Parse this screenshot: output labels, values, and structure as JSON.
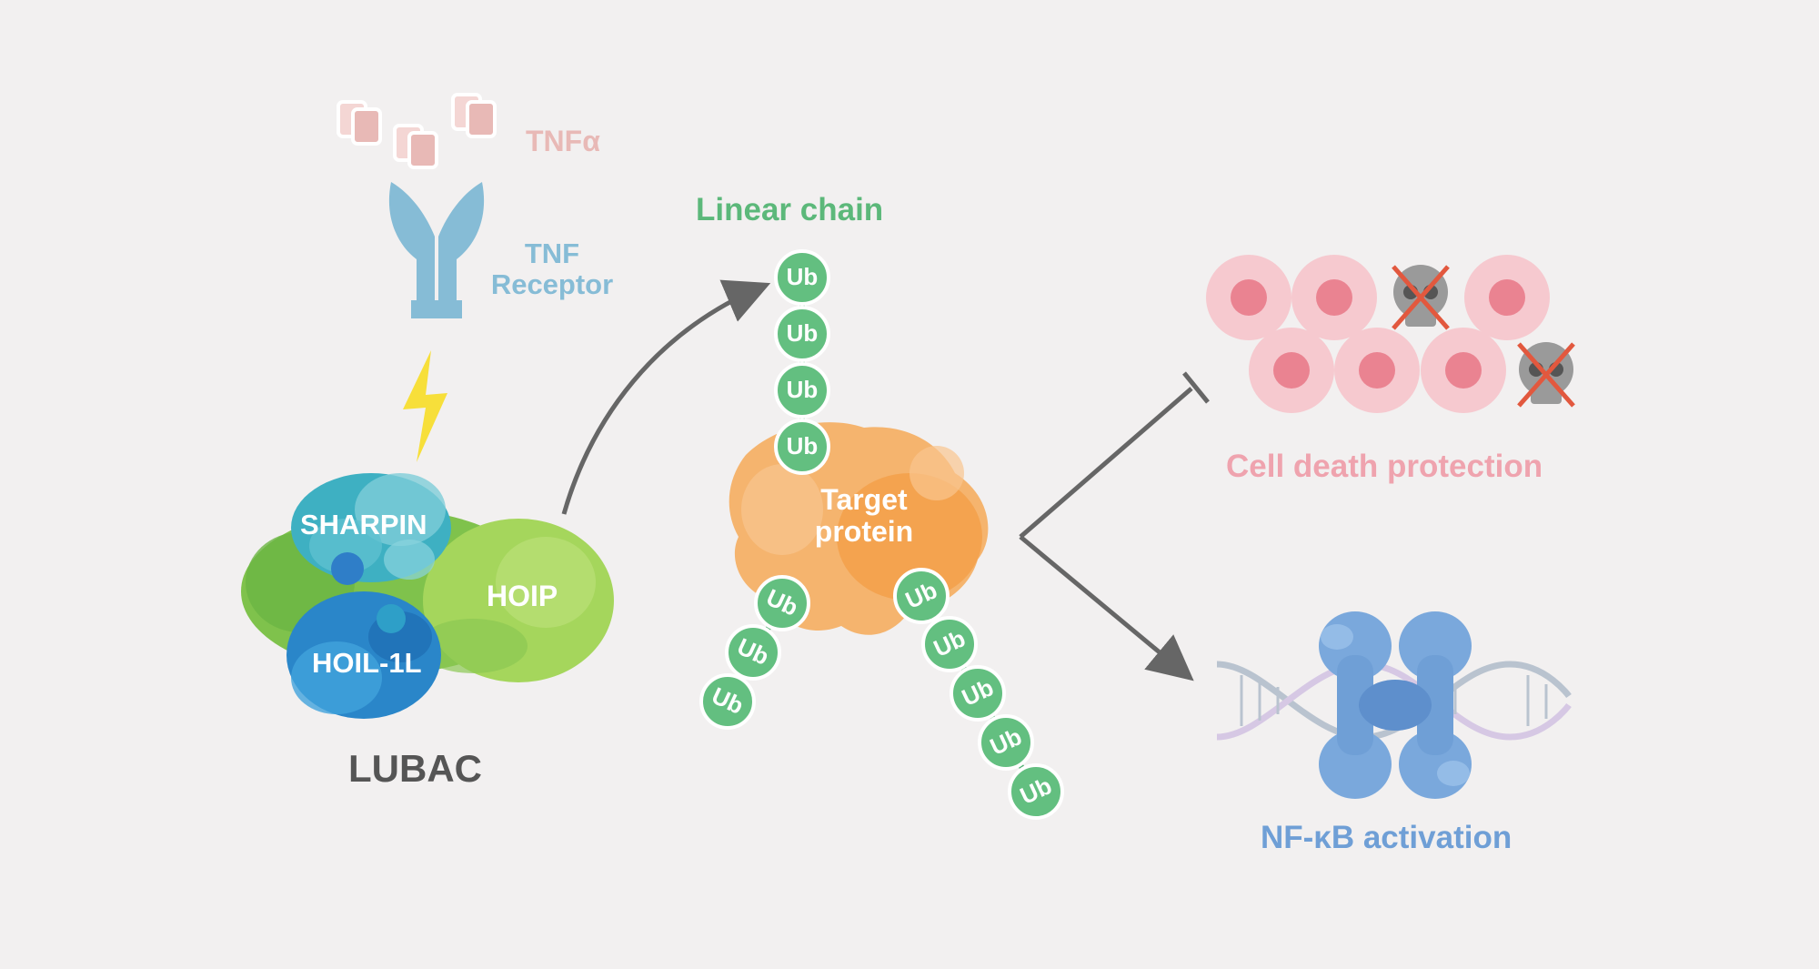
{
  "labels": {
    "tnf_alpha": "TNFα",
    "tnf_receptor_1": "TNF",
    "tnf_receptor_2": "Receptor",
    "linear_chain": "Linear chain",
    "sharpin": "SHARPIN",
    "hoip": "HOIP",
    "hoil": "HOIL-1L",
    "lubac": "LUBAC",
    "target_1": "Target",
    "target_2": "protein",
    "ub": "Ub",
    "cell_death": "Cell death protection",
    "nfkb": "NF-κB activation"
  },
  "colors": {
    "background": "#f2f0f0",
    "tnf_alpha": "#e8b9b6",
    "receptor": "#86bcd6",
    "linear_chain": "#5cb87a",
    "ub_fill": "#63bf80",
    "hoip": "#8fcc55",
    "sharpin": "#4fb8c9",
    "hoil": "#2f8fd0",
    "lubac_text": "#555555",
    "target": "#f5a95a",
    "cell": "#f6c9cf",
    "cell_nucleus": "#ea8391",
    "cell_death_text": "#efa3ae",
    "nfkb": "#6f9fd6",
    "arrow": "#666666",
    "dna": "#b9c3cf"
  }
}
